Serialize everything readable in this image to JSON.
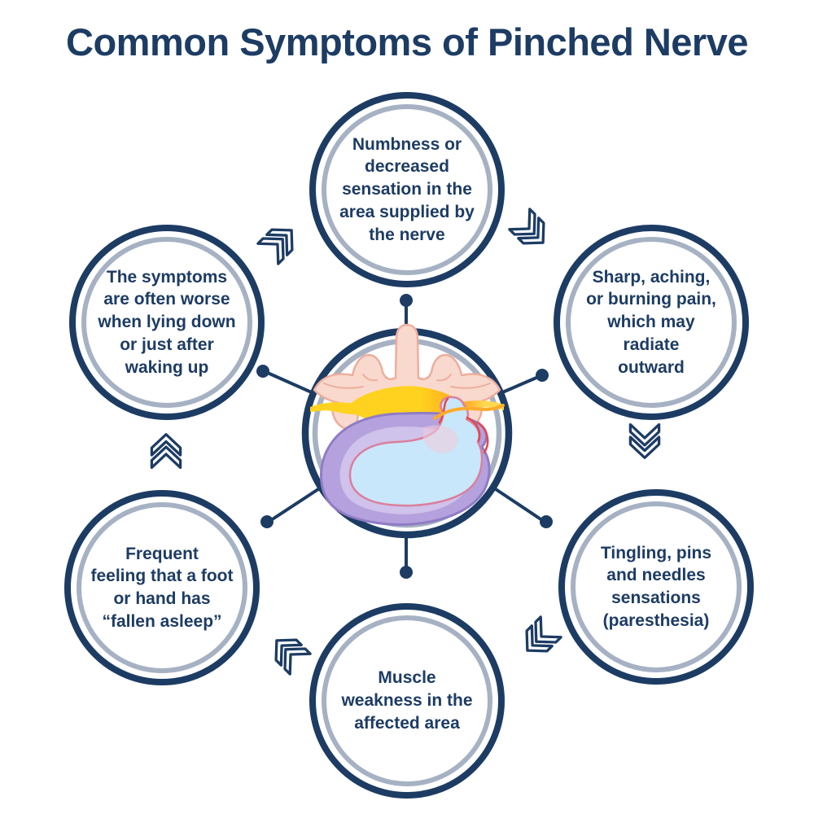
{
  "title": "Common Symptoms of Pinched Nerve",
  "bubbles": [
    {
      "id": "top",
      "label": "Numbness or\ndecreased\nsensation in the\narea supplied by\nthe nerve"
    },
    {
      "id": "top-right",
      "label": "Sharp, aching,\nor burning pain,\nwhich may\nradiate\noutward"
    },
    {
      "id": "bottom-right",
      "label": "Tingling, pins\nand needles\nsensations\n(paresthesia)"
    },
    {
      "id": "bottom",
      "label": "Muscle\nweakness in the\naffected area"
    },
    {
      "id": "bottom-left",
      "label": "Frequent\nfeeling that a foot\nor hand has\n“fallen asleep”"
    },
    {
      "id": "top-left",
      "label": "The symptoms\nare often worse\nwhen lying down\nor just after\nwaking up"
    }
  ],
  "center": {
    "illustration": "spinal-vertebra-cross-section-with-pinched-nerve"
  },
  "chevrons": [
    {
      "id": "top-left-to-top",
      "icon": "double-chevron-icon",
      "direction": "up-right"
    },
    {
      "id": "top-to-top-right",
      "icon": "double-chevron-icon",
      "direction": "down-right"
    },
    {
      "id": "top-right-to-bottom-right",
      "icon": "double-chevron-icon",
      "direction": "down"
    },
    {
      "id": "bottom-right-to-bottom",
      "icon": "double-chevron-icon",
      "direction": "down-left"
    },
    {
      "id": "bottom-to-bottom-left",
      "icon": "double-chevron-icon",
      "direction": "up-left"
    },
    {
      "id": "bottom-left-to-top-left",
      "icon": "double-chevron-icon",
      "direction": "up"
    }
  ],
  "colors": {
    "navy": "#1d3c64",
    "ring-gray": "#a6b2c3",
    "text": "#1d3c64",
    "bg": "#ffffff",
    "bone": "#f9d9cd",
    "bone-outline": "#edae9d",
    "nerve-yellow": "#ffd21f",
    "nerve-orange": "#ffa123",
    "pinch-red": "#e8463a",
    "disc-outer": "#b5a1dd",
    "disc-outline": "#8f7cc5",
    "disc-mid": "#cfc2eb",
    "nucleus-blue": "#c9e7fa",
    "herniation-pink": "#dc7f9d"
  }
}
